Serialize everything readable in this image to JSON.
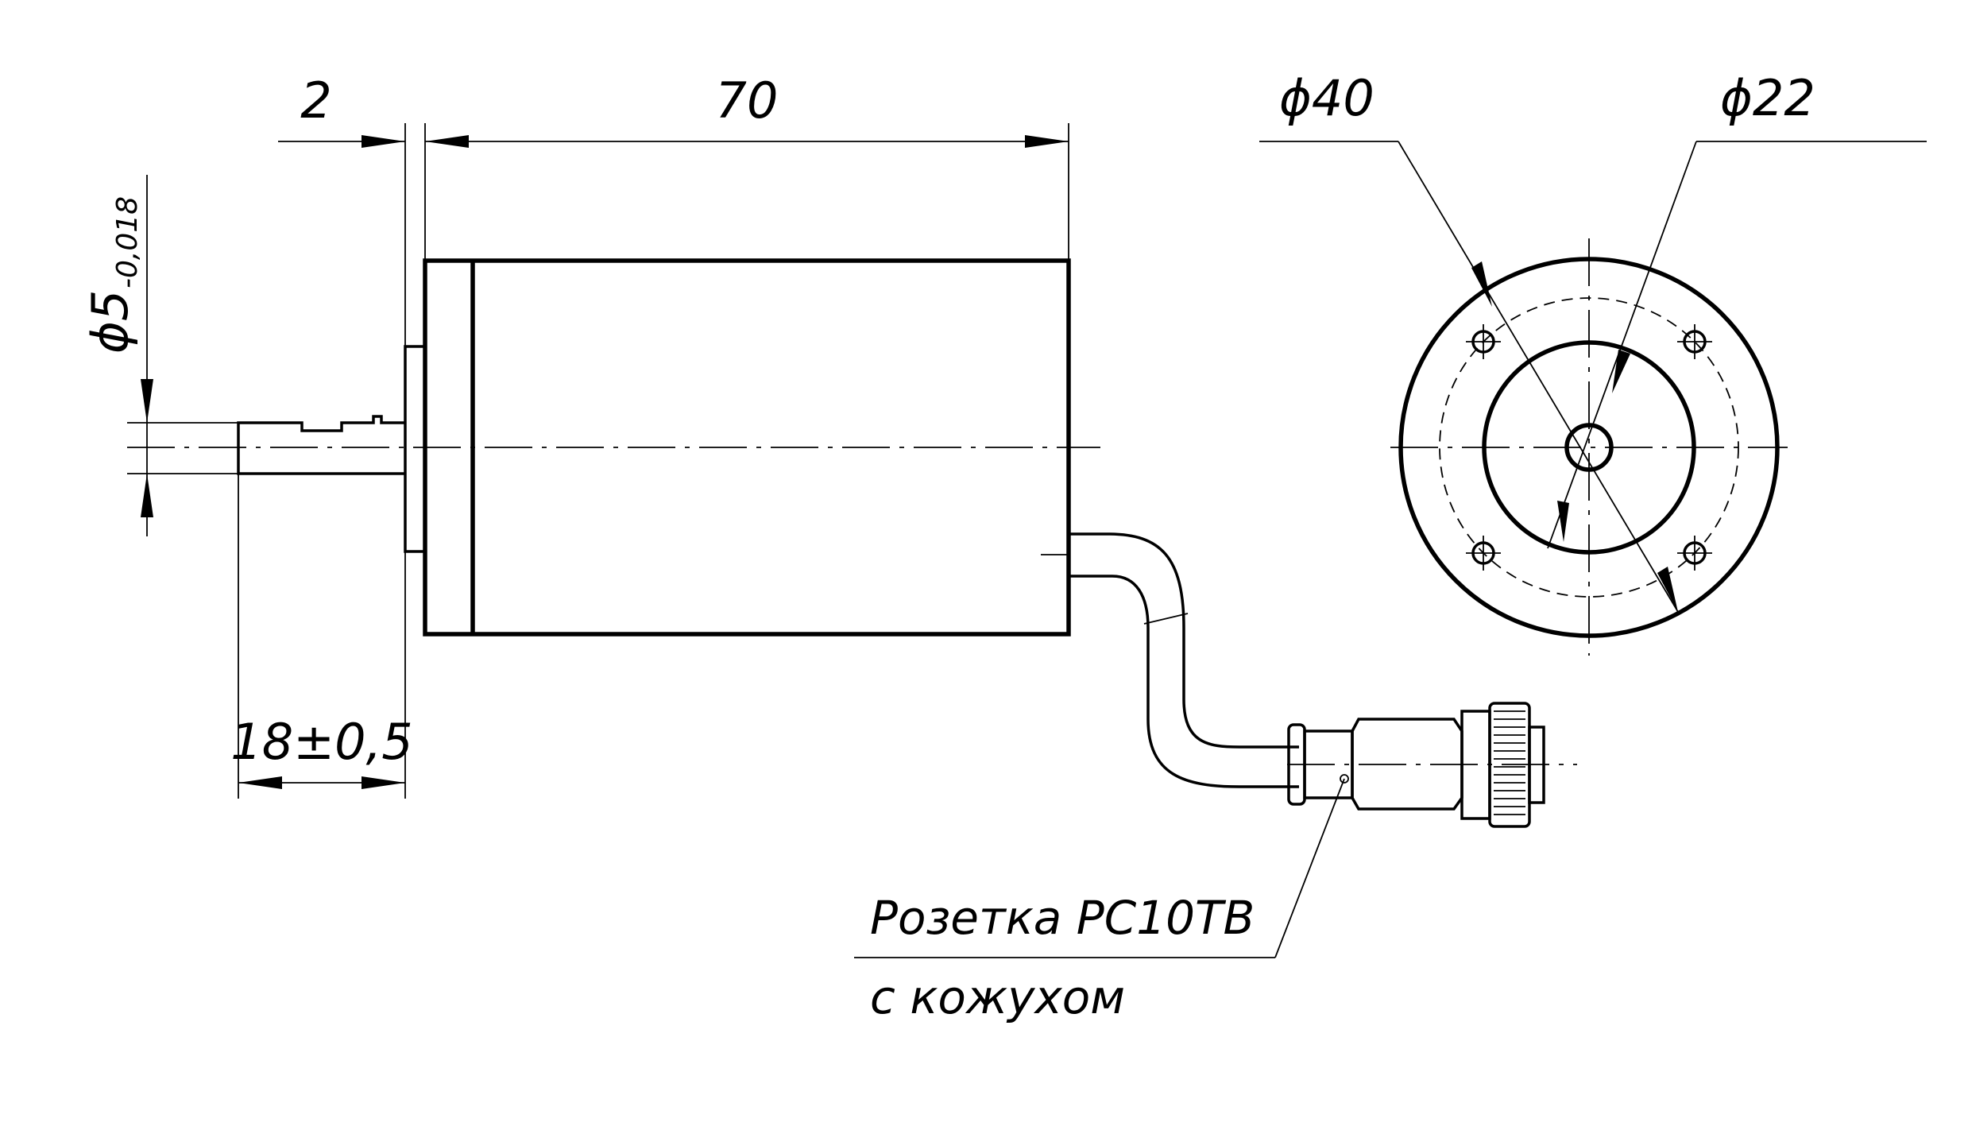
{
  "drawing": {
    "dimensions": {
      "flange_thickness": "2",
      "body_length": "70",
      "shaft_diameter_main": "ϕ5",
      "shaft_diameter_tolerance": "-0,018",
      "shaft_length": "18±0,5",
      "outer_diameter": "ϕ40",
      "inner_diameter": "ϕ22"
    },
    "callout": {
      "line1": "Розетка РС10ТВ",
      "line2": "с кожухом"
    }
  }
}
